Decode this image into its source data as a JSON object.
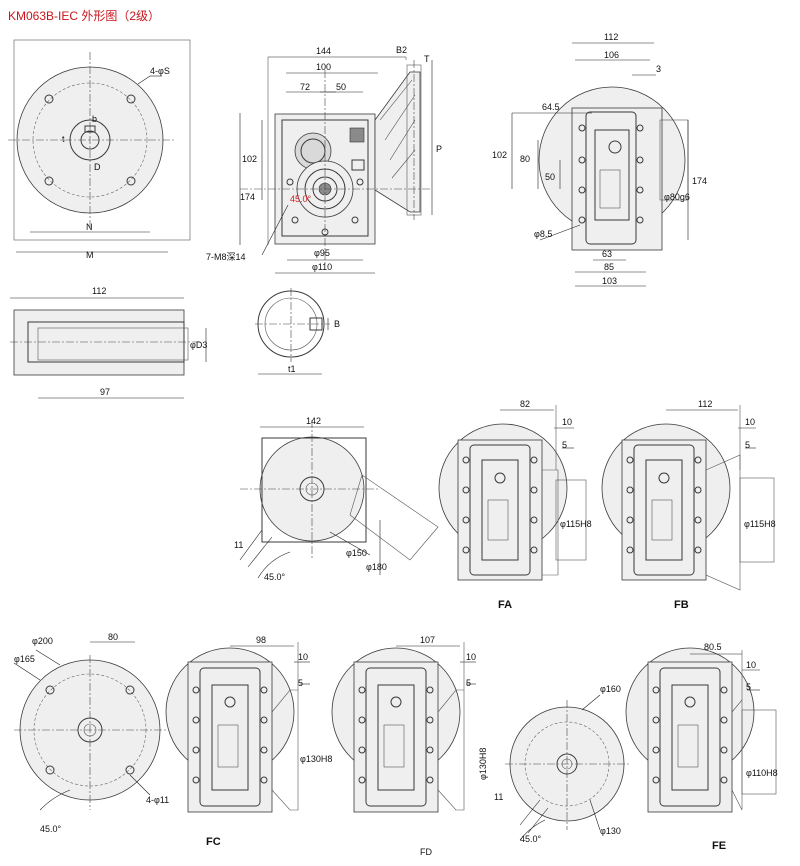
{
  "title": "KM063B-IEC 外形图（2级）",
  "front_view": {
    "labels": [
      "4-φS",
      "t",
      "b",
      "D",
      "N",
      "M"
    ]
  },
  "side_view": {
    "labels": [
      "144",
      "B2",
      "T",
      "100",
      "72",
      "50",
      "102",
      "174",
      "P",
      "45.0°",
      "7-M8深14",
      "φ95",
      "φ110"
    ]
  },
  "end_view": {
    "labels": [
      "112",
      "106",
      "3",
      "64.5",
      "102",
      "80",
      "50",
      "174",
      "φ80g6",
      "φ8.5",
      "63",
      "85",
      "103"
    ]
  },
  "shaft_view": {
    "labels": [
      "112",
      "φD3",
      "97"
    ]
  },
  "keyway_view": {
    "labels": [
      "B",
      "t1"
    ]
  },
  "flange_view": {
    "labels": [
      "142",
      "11",
      "φ150",
      "45.0°",
      "φ180"
    ]
  },
  "fa": {
    "name": "FA",
    "labels": [
      "82",
      "10",
      "5",
      "φ115H8"
    ]
  },
  "fb": {
    "name": "FB",
    "labels": [
      "112",
      "10",
      "5",
      "φ115H8"
    ]
  },
  "fc_plate": {
    "labels": [
      "φ200",
      "80",
      "φ165",
      "4-φ11",
      "45.0°"
    ]
  },
  "fc": {
    "name": "FC",
    "labels": [
      "98",
      "10",
      "5",
      "φ130H8"
    ]
  },
  "fd": {
    "name": "FD",
    "labels": [
      "107",
      "10",
      "5",
      "φ130H8"
    ]
  },
  "fe_plate": {
    "labels": [
      "φ160",
      "11",
      "45.0°",
      "φ130"
    ]
  },
  "fe": {
    "name": "FE",
    "labels": [
      "80.5",
      "10",
      "5",
      "φ110H8"
    ]
  },
  "colors": {
    "title": "#c8161d",
    "line": "#3a3a3a",
    "angle_mark": "#d02020"
  }
}
